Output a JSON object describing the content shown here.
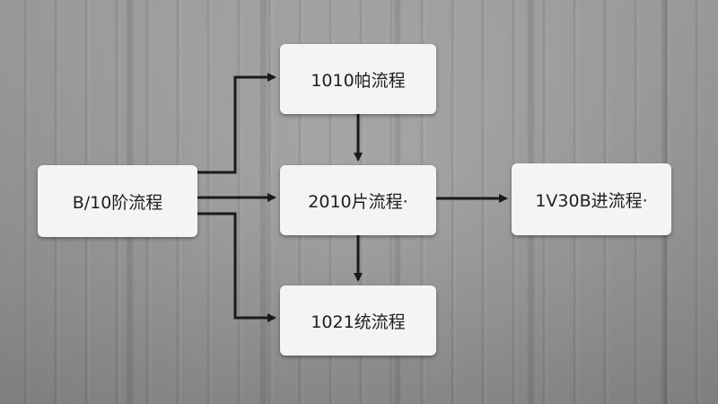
{
  "nodes": {
    "left": {
      "label": "B/10阶流程"
    },
    "top": {
      "label": "1010帕流程"
    },
    "middle": {
      "label": "2010片流程·"
    },
    "right": {
      "label": "1V30B进流程·"
    },
    "bottom": {
      "label": "1021统流程"
    }
  },
  "edges": [
    {
      "from": "left",
      "to": "top"
    },
    {
      "from": "left",
      "to": "middle"
    },
    {
      "from": "left",
      "to": "bottom"
    },
    {
      "from": "top",
      "to": "middle"
    },
    {
      "from": "middle",
      "to": "right"
    },
    {
      "from": "middle",
      "to": "bottom"
    }
  ],
  "colors": {
    "node_fill": "#f4f4f4",
    "text": "#1e1e1e",
    "edge": "#1a1a1a"
  }
}
